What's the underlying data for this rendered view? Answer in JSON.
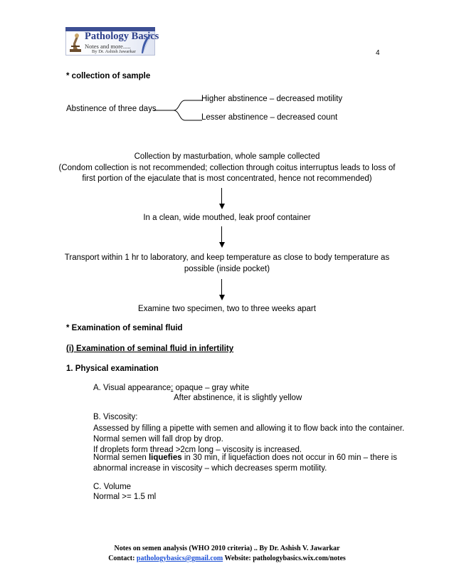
{
  "header": {
    "logo": {
      "title": "Pathology Basics",
      "subtitle": "Notes and more.....",
      "author": "By Dr. Ashish Jawarkar"
    },
    "page_number": "4"
  },
  "collection": {
    "heading": "* collection of sample",
    "abstinence": "Abstinence of three days",
    "higher": "Higher abstinence – decreased motility",
    "lesser": "Lesser abstinence – decreased count",
    "step1_line1": "Collection by masturbation, whole sample collected",
    "step1_line2": "(Condom collection is not recommended;  collection through coitus interruptus leads to loss of",
    "step1_line3": "first portion of the ejaculate that is most concentrated, hence not recommended)",
    "step2": "In a clean, wide mouthed, leak proof container",
    "step3_line1": "Transport within 1 hr to laboratory, and keep temperature as close to body temperature as",
    "step3_line2": "possible (inside pocket)",
    "step4": "Examine two specimen, two to three weeks apart"
  },
  "examination": {
    "heading": "* Examination of seminal fluid",
    "subheading": "(i) Examination of seminal fluid in infertility",
    "physical_heading": "1. Physical examination",
    "visual_label": "A. Visual appearance",
    "visual_colon": ":",
    "visual_value": " opaque – gray white",
    "visual_after": "After abstinence, it is slightly yellow",
    "viscosity_label": "B. Viscosity:",
    "viscosity_line1": "Assessed by filling a pipette with semen and allowing it to flow back into the container.",
    "viscosity_line2": "Normal semen will fall drop by drop.",
    "viscosity_line3": "If droplets form thread >2cm long – viscosity is increased.",
    "viscosity_line4_pre": "Normal semen ",
    "viscosity_line4_bold": "liquefies",
    "viscosity_line4_post": " in  30 min, if liquefaction does not occur in 60 min – there is",
    "viscosity_line5": "abnormal increase in viscosity – which decreases sperm motility.",
    "volume_label": "C. Volume",
    "volume_value": "Normal >= 1.5 ml"
  },
  "footer": {
    "line1": "Notes on semen analysis (WHO 2010 criteria)  ..  By Dr. Ashish V. Jawarkar",
    "contact_label": "Contact:  ",
    "email": "pathologybasics@gmail.com",
    "website": "   Website: pathologybasics.wix.com/notes"
  }
}
